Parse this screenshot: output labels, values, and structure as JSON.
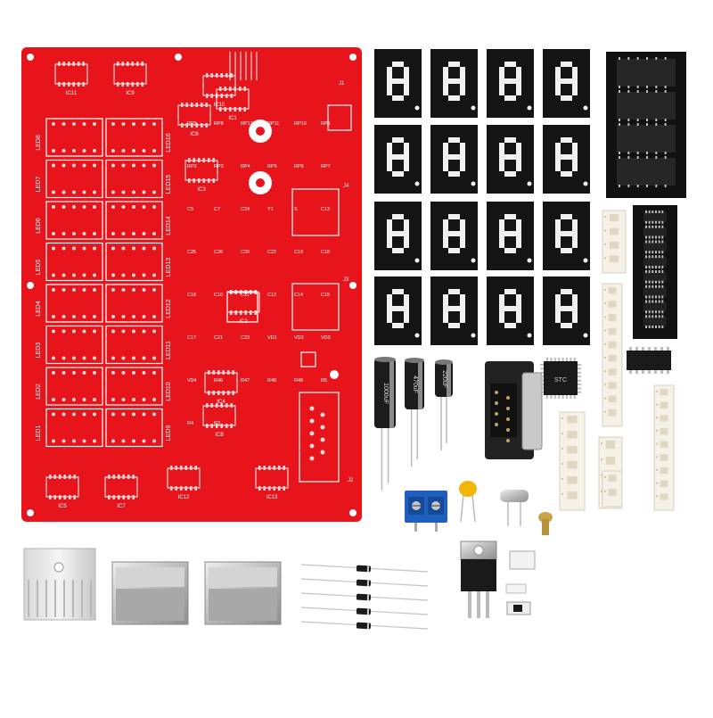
{
  "colors": {
    "pcb_red": "#e8141c",
    "pcb_dark_red": "#b50d12",
    "silkscreen": "#ffffff",
    "pad_silver": "#d9d9d9",
    "display_black": "#141414",
    "capacitor_blue": "#2a8fd6",
    "capacitor_yellow": "#f2b705",
    "ic_black": "#1a1a1a"
  },
  "pcb": {
    "led_labels": [
      "LED8",
      "LED7",
      "LED6",
      "LED5",
      "LED4",
      "LED3",
      "LED2",
      "LED1"
    ],
    "led_labels_right": [
      "LED16",
      "LED15",
      "LED14",
      "LED13",
      "LED12",
      "LED11",
      "LED10",
      "LED9"
    ],
    "ic_labels": [
      "IC11",
      "IC9",
      "IC6",
      "IC3",
      "IC2",
      "IC4",
      "IC8",
      "IC5",
      "IC7",
      "IC12",
      "IC13",
      "IC10",
      "IC1"
    ],
    "connector_labels": [
      "J1",
      "J2",
      "J3",
      "J4"
    ],
    "misc_labels": [
      "RP9",
      "RP8",
      "RP12",
      "RP11",
      "RP10",
      "RP1",
      "RP2",
      "RP3",
      "RP4",
      "RP5",
      "RP6",
      "RP7",
      "C5",
      "C7",
      "C24",
      "Y1",
      "S",
      "C13",
      "C25",
      "C26",
      "C20",
      "C22",
      "C19",
      "C18",
      "C16",
      "C10",
      "C11",
      "C12",
      "C14",
      "C15",
      "C17",
      "C21",
      "C23",
      "VD1",
      "VD2",
      "VD3",
      "VD4",
      "R46",
      "R47",
      "R48",
      "R49",
      "R5",
      "R4",
      "R3"
    ]
  },
  "display_digit": "8",
  "capacitors": [
    {
      "label": "1000uF"
    },
    {
      "label": "470uF"
    },
    {
      "label": "220uF"
    }
  ],
  "components": {
    "display_grid_rows": 4,
    "display_grid_cols": 4,
    "diodes": 5,
    "ic_chip_label": "STC"
  }
}
